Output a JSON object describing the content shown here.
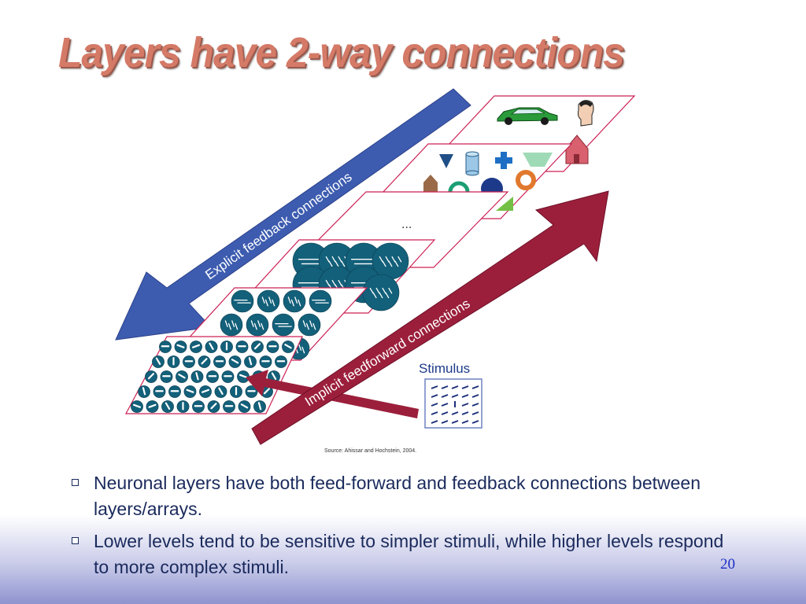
{
  "slide": {
    "title": "Layers have 2-way connections",
    "page_number": "20"
  },
  "diagram": {
    "feedback_label": "Explicit feedback connections",
    "feedforward_label": "Implicit feedforward connections",
    "stimulus_label": "Stimulus",
    "ellipsis_label": "...",
    "source_label": "Source: Ahissar and Hochstein, 2004.",
    "colors": {
      "feedback_arrow": "#3d5cb0",
      "feedforward_arrow": "#9b1f3b",
      "neuron_fill": "#13607a",
      "layer_border": "#cc2255"
    },
    "layers": [
      {
        "id": "layer-1",
        "content": "small oriented-line receptive fields"
      },
      {
        "id": "layer-2",
        "content": "medium receptive fields"
      },
      {
        "id": "layer-3",
        "content": "large receptive fields"
      },
      {
        "id": "layer-4",
        "content": "ellipsis"
      },
      {
        "id": "layer-5",
        "content": "simple shapes"
      },
      {
        "id": "layer-6",
        "content": "objects"
      }
    ],
    "icons": [
      "car-icon",
      "face-icon",
      "house-icon",
      "triangle-icon",
      "cylinder-icon",
      "cross-icon",
      "trapezoid-icon",
      "arc-icon",
      "circle-icon",
      "ring-icon",
      "right-triangle-icon",
      "small-house-icon"
    ]
  },
  "bullets": [
    "Neuronal layers have both feed-forward and feedback connections between layers/arrays.",
    "Lower levels tend to be sensitive to simpler stimuli, while higher levels respond to more complex stimuli."
  ]
}
